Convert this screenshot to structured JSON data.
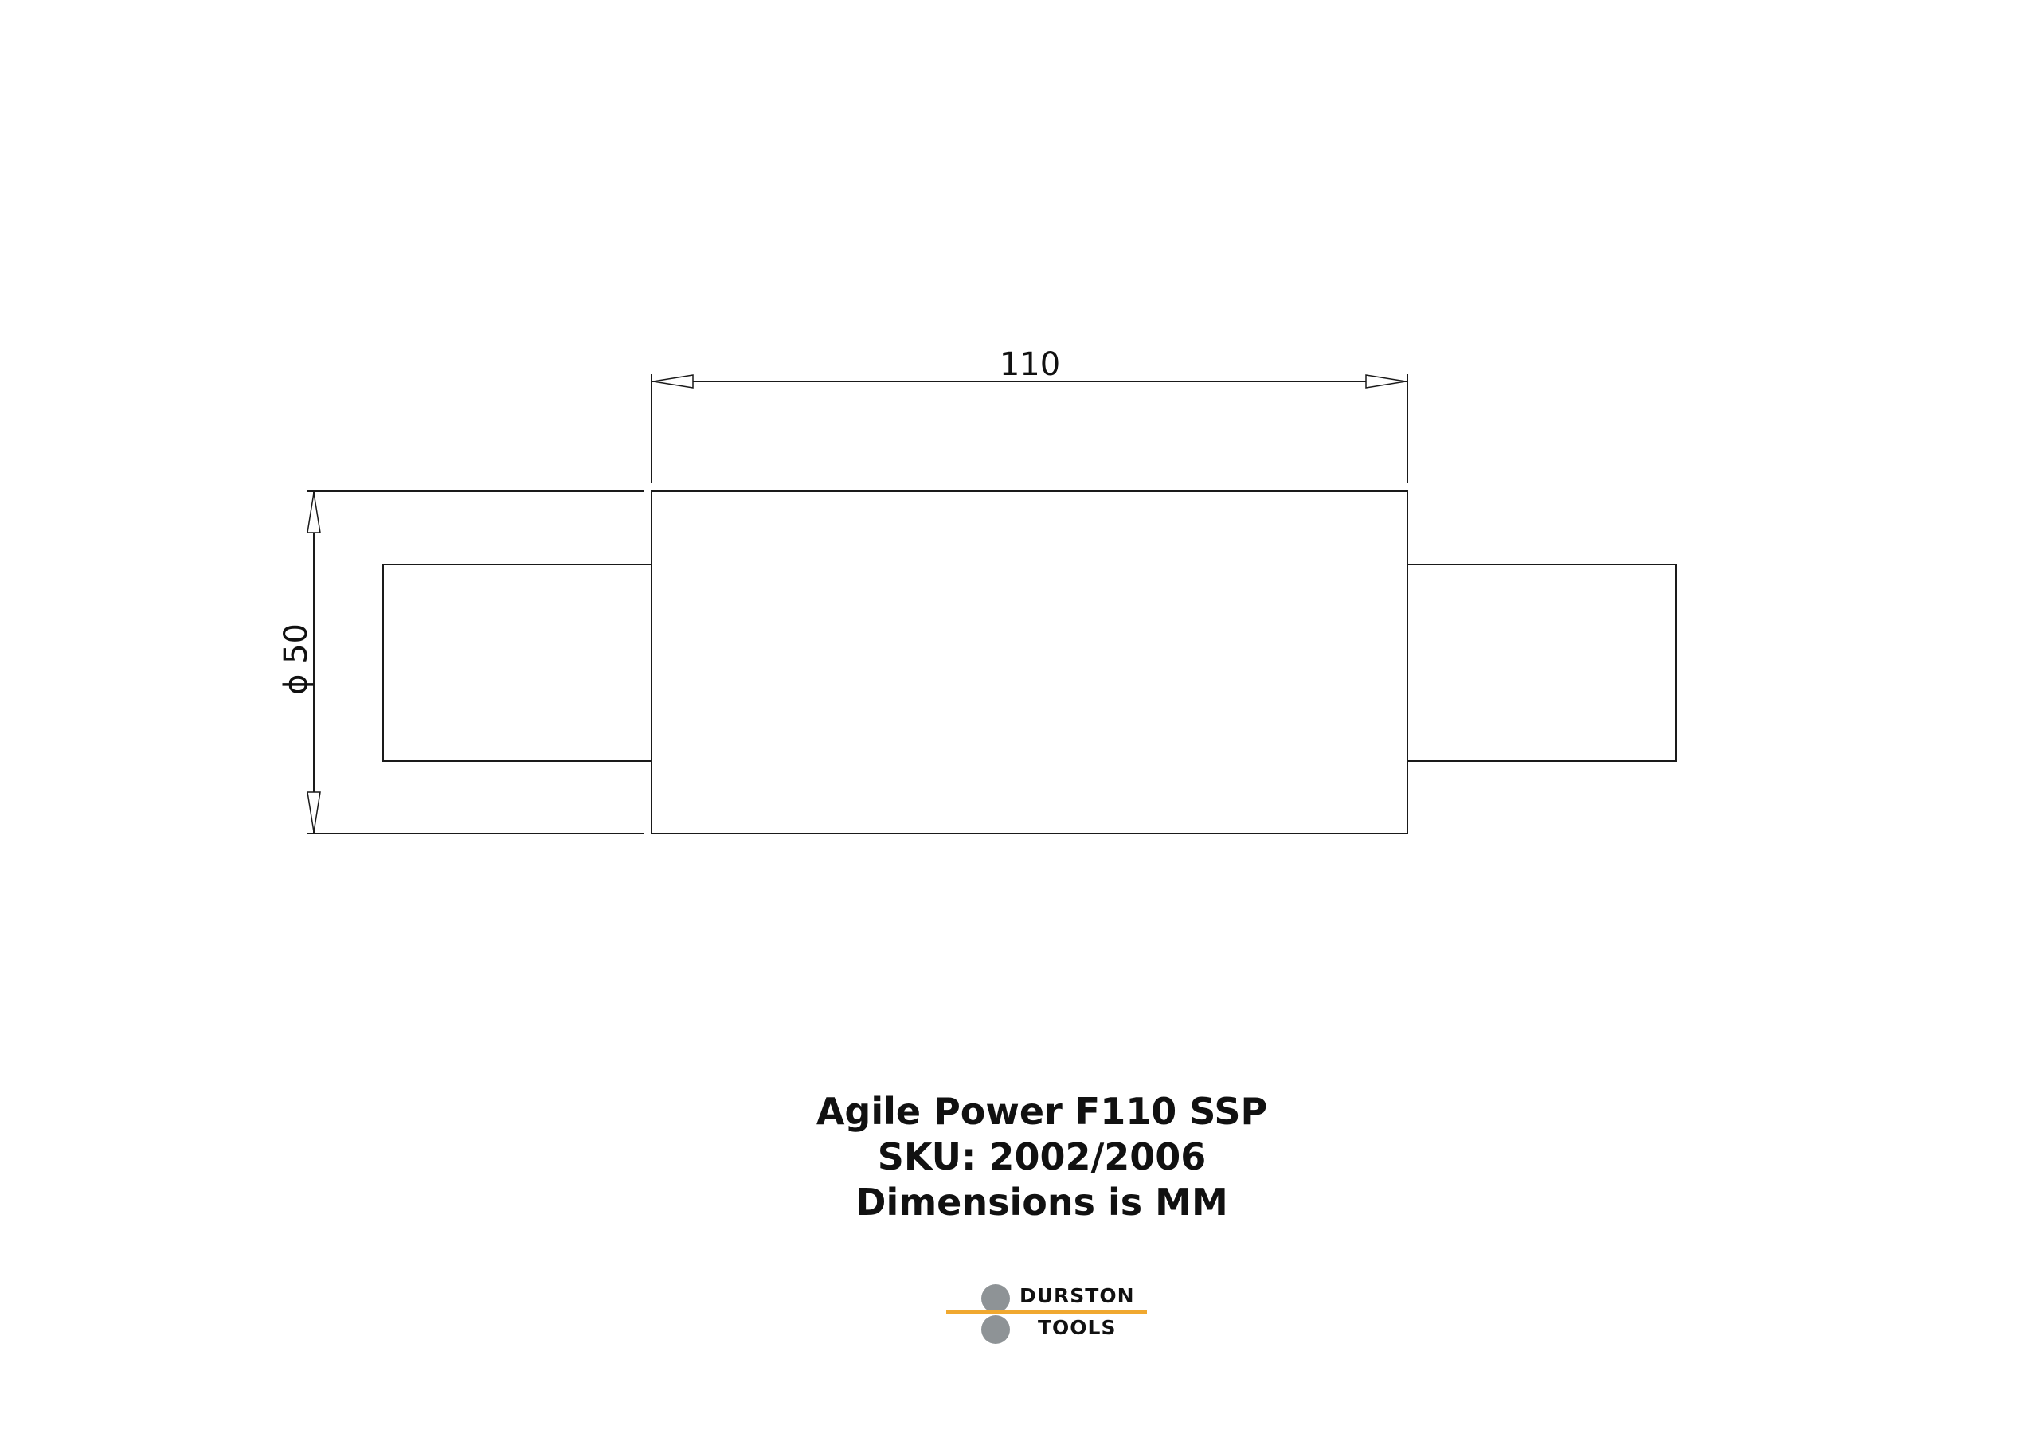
{
  "dimensions": {
    "length_label": "110",
    "diameter_label": "ϕ 50"
  },
  "title": {
    "product": "Agile Power F110 SSP",
    "sku": "SKU: 2002/2006",
    "units_note": "Dimensions is MM"
  },
  "logo": {
    "line1": "DURSTON",
    "line2": "TOOLS",
    "accent_color": "#f0a830",
    "circle_color": "#8e9396"
  }
}
